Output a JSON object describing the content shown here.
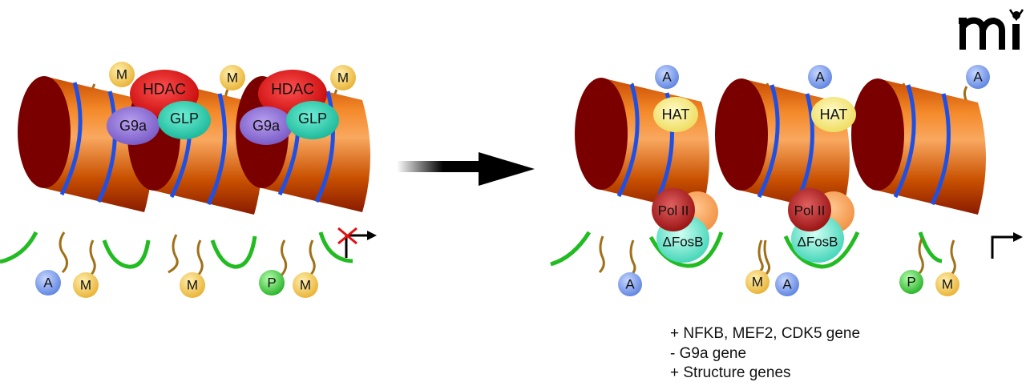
{
  "colors": {
    "nucleosome_dark": "#7a0000",
    "nucleosome_orange": "#f07a1a",
    "dna_band": "#1e50e6",
    "dna_linker": "#22bb22",
    "tail": "#a07018",
    "acetyl": "#6f95e8",
    "methyl": "#f2c24a",
    "phospho": "#3ccf3c",
    "hdac": "#d61010",
    "g9a": "#8a64d0",
    "glp": "#1dc8a8",
    "hat": "#f2e060",
    "pol2": "#b01818",
    "fosb": "#4ddfc4",
    "block": "#e01010"
  },
  "left_panel": {
    "complexes": [
      {
        "hdac": "HDAC",
        "g9a": "G9a",
        "glp": "GLP"
      },
      {
        "hdac": "HDAC",
        "g9a": "G9a",
        "glp": "GLP"
      }
    ],
    "top_marks": [
      "M",
      "M",
      "M"
    ],
    "bottom_marks": [
      "A",
      "M",
      "M",
      "P",
      "M"
    ],
    "promoter_state": "blocked"
  },
  "right_panel": {
    "top_marks": [
      "A",
      "A",
      "A"
    ],
    "hat_labels": [
      "HAT",
      "HAT"
    ],
    "pol2_labels": [
      "Pol II",
      "Pol II"
    ],
    "fosb_labels": [
      "ΔFosB",
      "ΔFosB"
    ],
    "bottom_marks": [
      "A",
      "M",
      "A",
      "P",
      "M"
    ],
    "promoter_state": "active"
  },
  "notes": [
    "+ NFKB, MEF2, CDK5 gene",
    "- G9a gene",
    "+ Structure genes"
  ],
  "logo_text": "mi"
}
